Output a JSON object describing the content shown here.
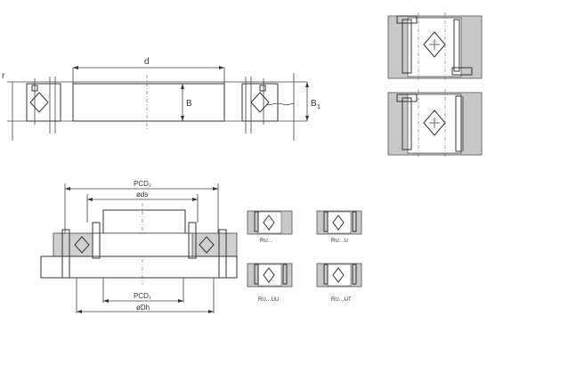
{
  "top_view": {
    "labels": {
      "d": "d",
      "B": "B",
      "B1": "B",
      "B1_sub": "1",
      "r": "r"
    }
  },
  "bottom_view": {
    "labels": {
      "PCD2": "PCD₂",
      "ds": "øds",
      "PCD1": "PCD₁",
      "Dh": "øDh"
    }
  },
  "variants": [
    {
      "label": "RU…"
    },
    {
      "label": "RU…U"
    },
    {
      "label": "RU…UU"
    },
    {
      "label": "RU…UT"
    }
  ],
  "colors": {
    "ring_fill": "#c8c8c8",
    "line": "#333333",
    "background": "#ffffff"
  }
}
